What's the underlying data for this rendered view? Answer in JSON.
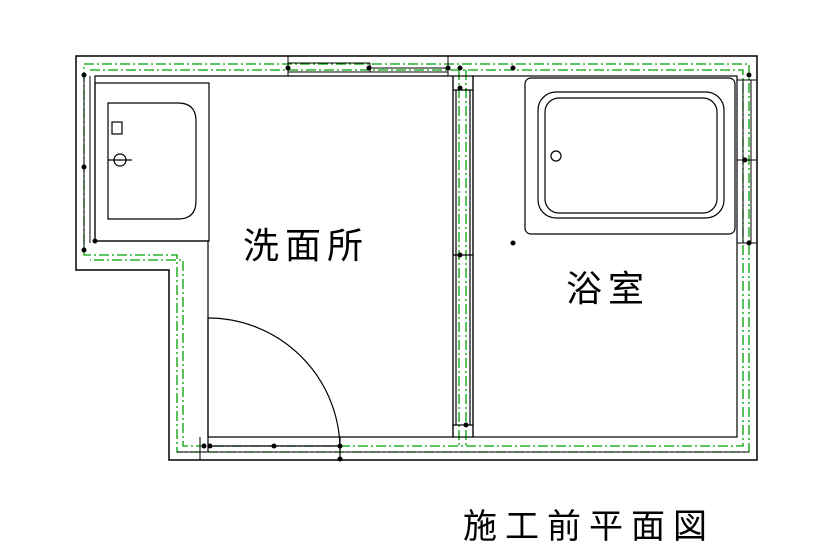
{
  "rooms": {
    "washroom": "洗面所",
    "bathroom": "浴室"
  },
  "caption": "施工前平面図",
  "colors": {
    "wall": "#000000",
    "green_line": "#00a000",
    "background": "#ffffff"
  }
}
